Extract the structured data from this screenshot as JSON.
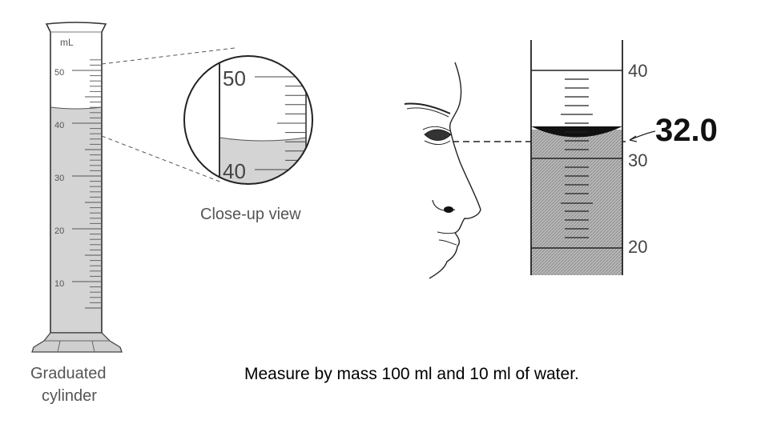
{
  "left_cylinder": {
    "unit_label": "mL",
    "scale_labels": [
      "50",
      "40",
      "30",
      "20",
      "10"
    ],
    "caption_line1": "Graduated",
    "caption_line2": "cylinder",
    "liquid_level_ml": 43
  },
  "closeup": {
    "upper_label": "50",
    "lower_label": "40",
    "caption": "Close-up view"
  },
  "eye_level_reading": {
    "scale_labels": [
      "40",
      "30",
      "20"
    ],
    "reading": "32.0"
  },
  "colors": {
    "liquid": "#d4d4d4",
    "outline": "#333333",
    "text": "#555555"
  },
  "footer": {
    "text": "Measure by mass 100 ml and 10 ml of water."
  }
}
